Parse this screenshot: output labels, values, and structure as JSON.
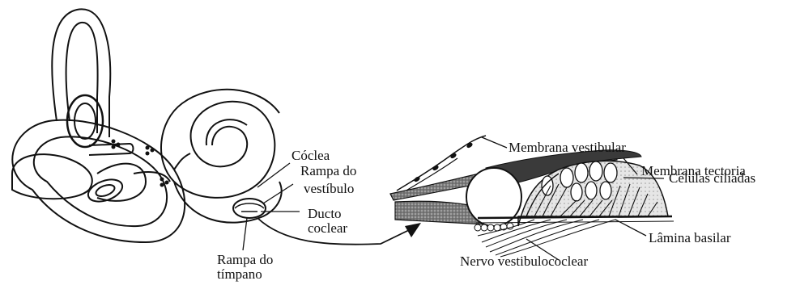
{
  "diagram": {
    "labels": {
      "coclea": "Cóclea",
      "rampa_vestibulo_1": "Rampa do",
      "rampa_vestibulo_2": "vestíbulo",
      "ducto_1": "Ducto",
      "ducto_2": "coclear",
      "rampa_timpano_1": "Rampa do",
      "rampa_timpano_2": "tímpano",
      "membrana_vestibular": "Membrana vestibular",
      "membrana_tectoria": "Membrana tectoria",
      "celulas_ciliadas": "Células ciliadas",
      "lamina_basilar": "Lâmina basilar",
      "nervo": "Nervo vestibulococlear"
    },
    "colors": {
      "ink": "#111111",
      "shading": "#6a6a6a",
      "light_shading": "#bdbdbd"
    }
  }
}
